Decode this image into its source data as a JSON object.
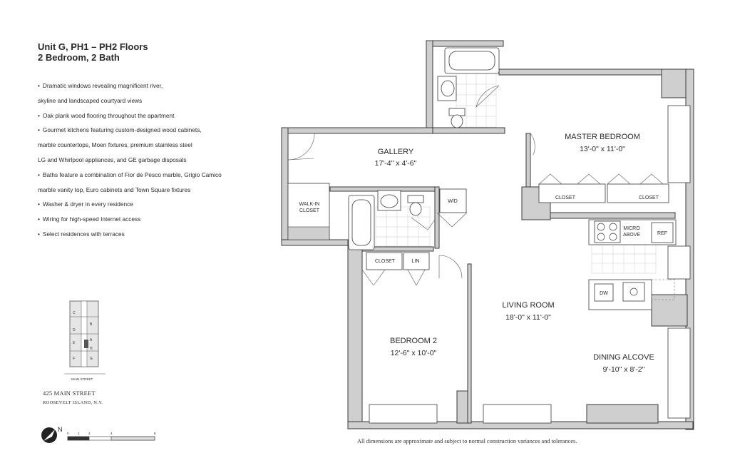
{
  "header": {
    "title": "Unit G, PH1 – PH2 Floors",
    "subtitle": "2 Bedroom, 2 Bath"
  },
  "features": [
    {
      "text": "Dramatic windows revealing magnificent river,",
      "bullet": true
    },
    {
      "text": "skyline and landscaped courtyard views",
      "bullet": false
    },
    {
      "text": "Oak plank wood flooring throughout the apartment",
      "bullet": true
    },
    {
      "text": "Gourmet kitchens featuring custom-designed wood cabinets,",
      "bullet": true
    },
    {
      "text": "marble countertops, Moen fixtures, premium stainless steel",
      "bullet": false
    },
    {
      "text": "LG and Whirlpool appliances, and GE garbage disposals",
      "bullet": false
    },
    {
      "text": "Baths feature a combination of Fior de Pesco marble, Grigio Camico",
      "bullet": true
    },
    {
      "text": "marble vanity top, Euro cabinets and Town Square fixtures",
      "bullet": false
    },
    {
      "text": "Washer & dryer in every residence",
      "bullet": true
    },
    {
      "text": "Wiring for high-speed Internet access",
      "bullet": true
    },
    {
      "text": "Select residences with terraces",
      "bullet": true
    }
  ],
  "key_plan": {
    "street": "MAIN STREET",
    "unit_letters": [
      "C",
      "B",
      "D",
      "A",
      "E",
      "H",
      "F",
      "G"
    ]
  },
  "address": {
    "line1": "425 MAIN STREET",
    "line2": "ROOSEVELT ISLAND, N.Y."
  },
  "compass": {
    "label": "N"
  },
  "scale": {
    "ticks": [
      "0",
      "1",
      "2",
      "4",
      "8"
    ]
  },
  "rooms": {
    "gallery": {
      "name": "GALLERY",
      "dims": "17'-4\" x 4'-6\""
    },
    "master": {
      "name": "MASTER BEDROOM",
      "dims": "13'-0\" x 11'-0\""
    },
    "living": {
      "name": "LIVING ROOM",
      "dims": "18'-0\" x 11'-0\""
    },
    "bedroom2": {
      "name": "BEDROOM 2",
      "dims": "12'-6\" x 10'-0\""
    },
    "dining": {
      "name": "DINING ALCOVE",
      "dims": "9'-10\" x 8'-2\""
    }
  },
  "labels": {
    "walkin_1": "WALK-IN",
    "walkin_2": "CLOSET",
    "wd": "W/D",
    "closet": "CLOSET",
    "lin": "LIN",
    "micro_1": "MICRO",
    "micro_2": "ABOVE",
    "ref": "REF",
    "dw": "DW"
  },
  "disclaimer": "All dimensions are approximate and subject to normal construction variances and tolerances.",
  "colors": {
    "wall": "#cfcfcf",
    "line": "#3a3a3a",
    "text": "#2a2a2a"
  }
}
